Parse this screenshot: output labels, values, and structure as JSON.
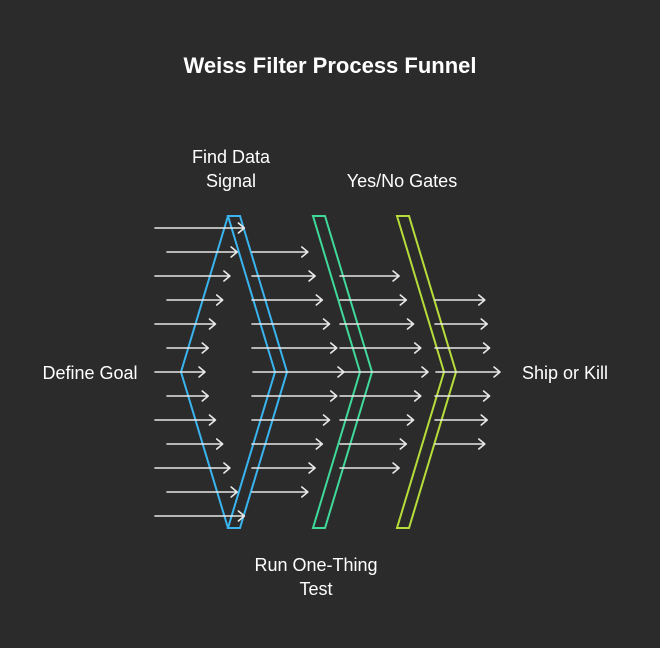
{
  "title": "Weiss Filter Process Funnel",
  "labels": {
    "define_goal": "Define Goal",
    "find_data_line1": "Find Data",
    "find_data_line2": "Signal",
    "run_test_line1": "Run One-Thing",
    "run_test_line2": "Test",
    "yes_no_gates": "Yes/No Gates",
    "ship_or_kill": "Ship or Kill"
  },
  "stage_colors": {
    "stage1": "#3ab4ef",
    "stage2": "#3fd99a",
    "stage3": "#b7dd3b"
  },
  "arrow_color": "#e8e8e8",
  "background": "#2b2b2b"
}
